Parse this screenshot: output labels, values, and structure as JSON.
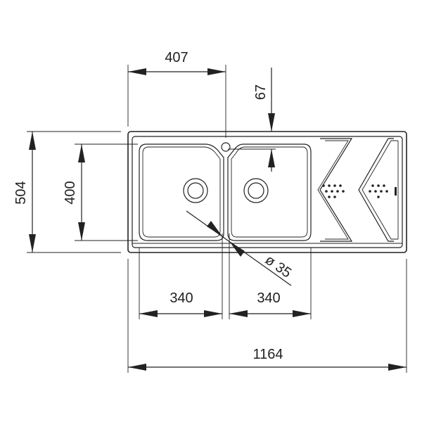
{
  "dimensions": {
    "top_width": "407",
    "tap_offset": "67",
    "overall_depth": "504",
    "bowl_depth": "400",
    "hole_diameter": "ø 35",
    "bowl_left_width": "340",
    "bowl_right_width": "340",
    "overall_width": "1164"
  },
  "colors": {
    "line": "#222222",
    "background": "#ffffff"
  }
}
